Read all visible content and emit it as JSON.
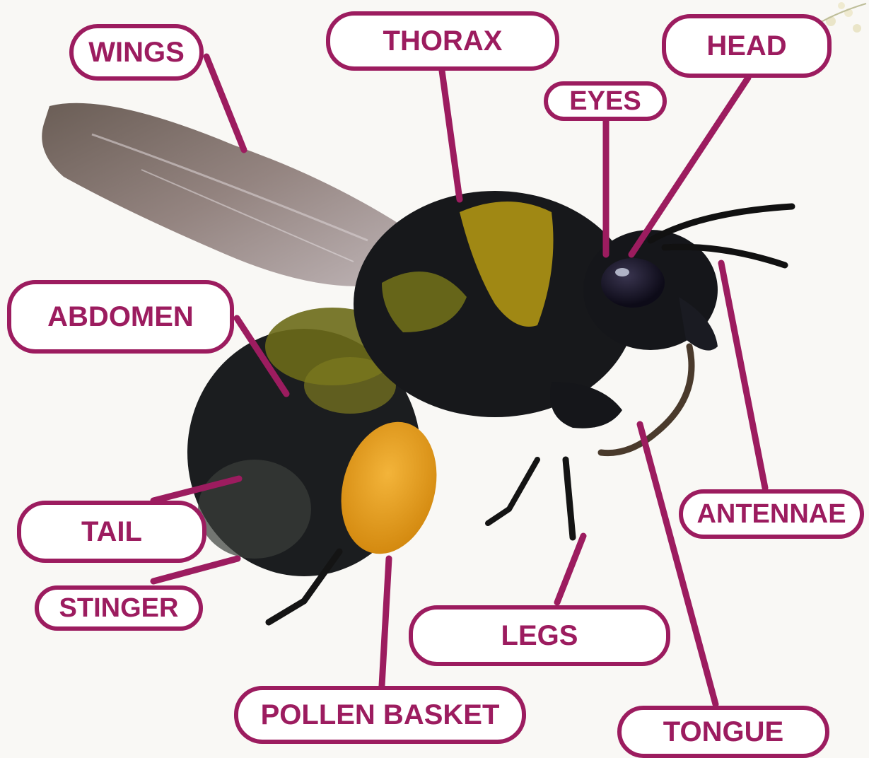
{
  "accent_color": "#9c1c5f",
  "labels": {
    "wings": "WINGS",
    "thorax": "THORAX",
    "head": "HEAD",
    "eyes": "EYES",
    "abdomen": "ABDOMEN",
    "tail": "TAIL",
    "stinger": "STINGER",
    "antennae": "ANTENNAE",
    "legs": "LEGS",
    "pollen_basket": "POLLEN BASKET",
    "tongue": "TONGUE"
  }
}
